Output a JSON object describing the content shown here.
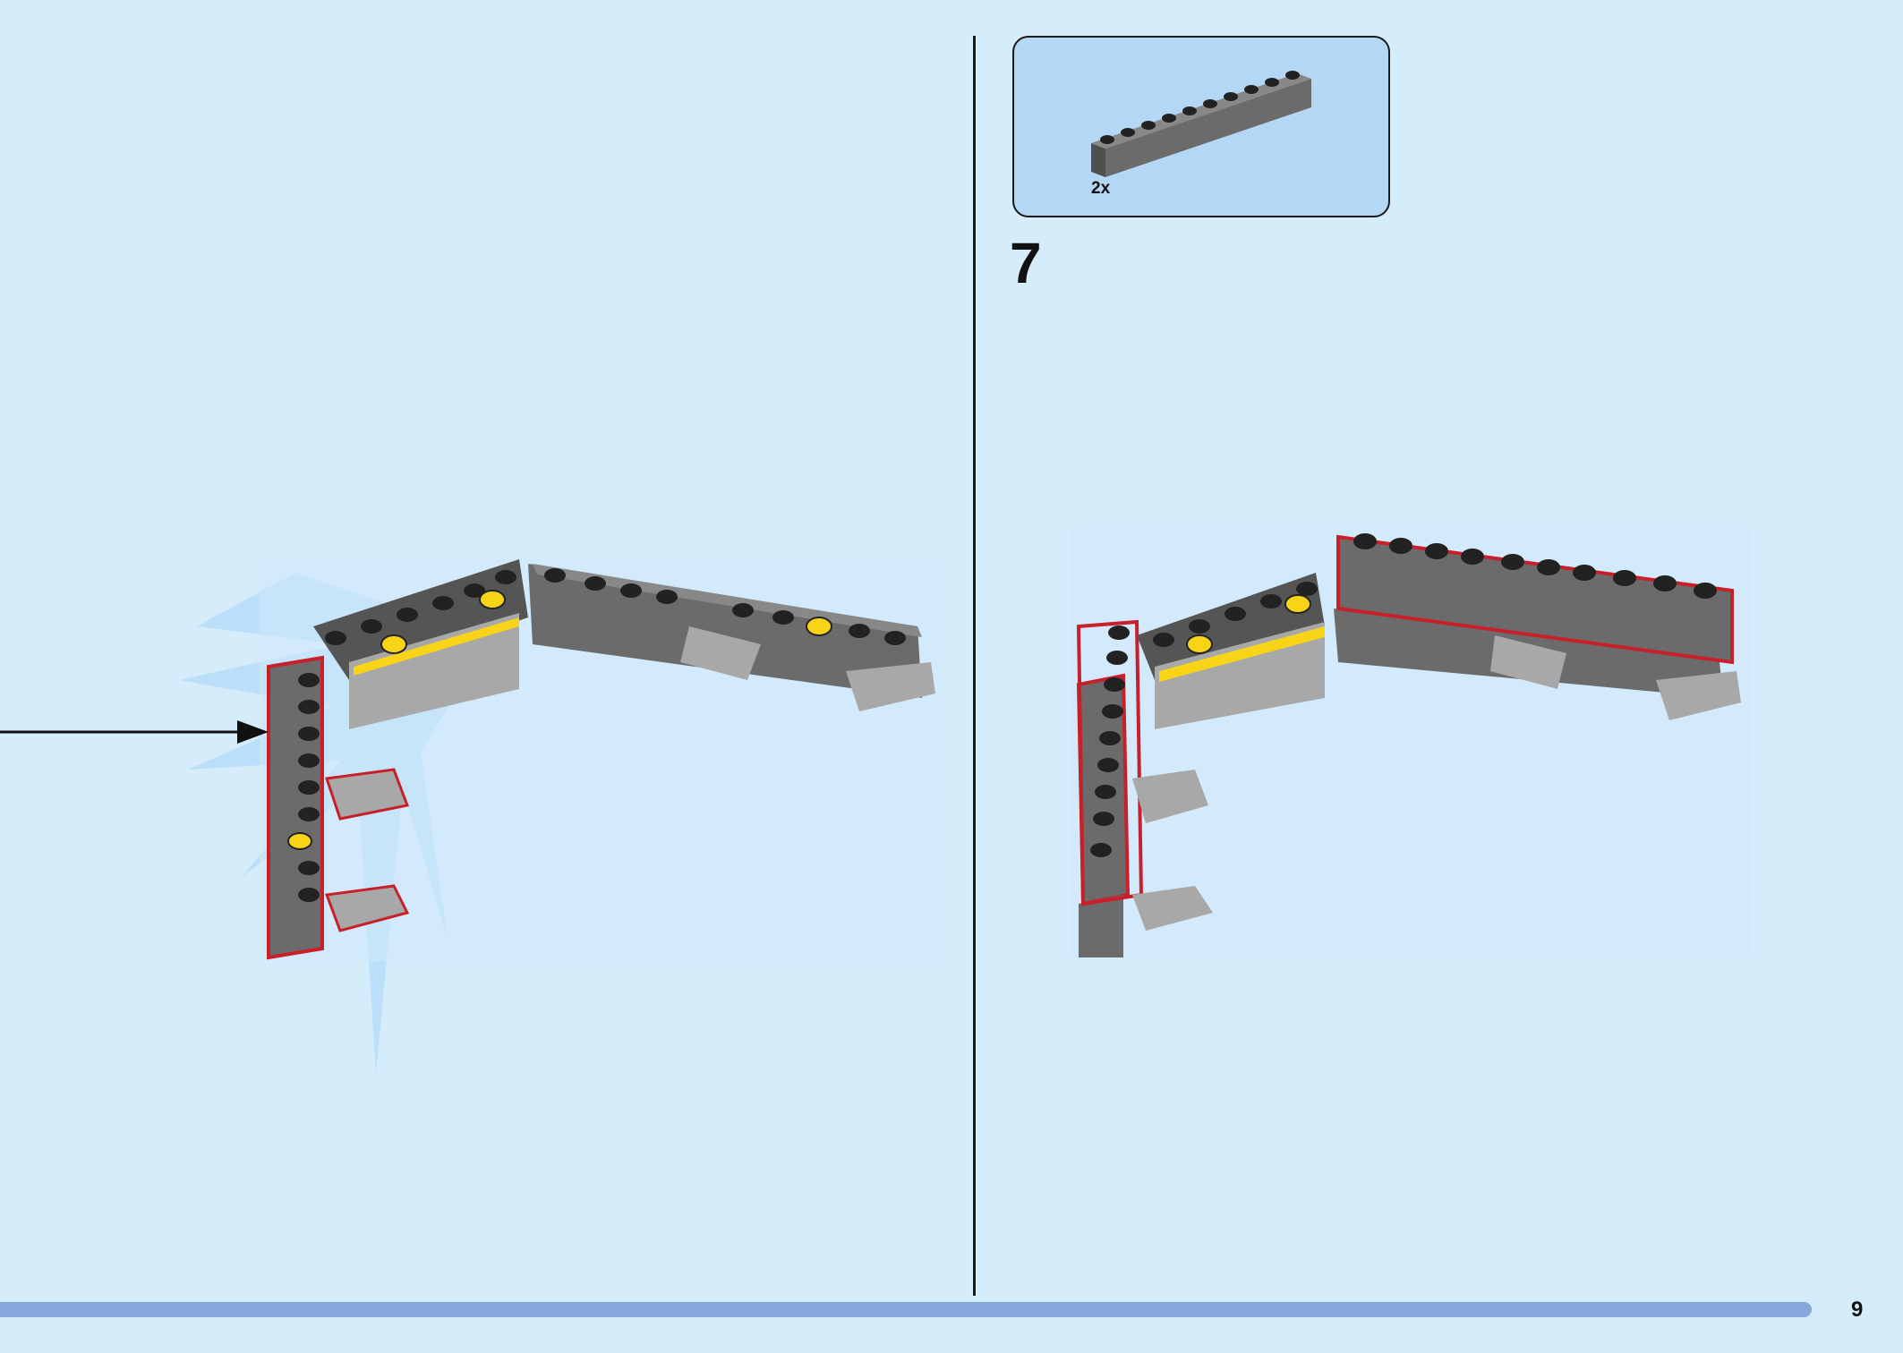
{
  "parts_callout": {
    "quantity": "2x",
    "part_icon": "lego-brick-1x10-dark-gray-icon"
  },
  "step": {
    "number": "7"
  },
  "footer": {
    "page_number": "9"
  },
  "colors": {
    "background": "#d5ecfb",
    "callout_bg": "#b3d7f4",
    "dark_gray": "#6b6b6b",
    "light_gray": "#a8a8a8",
    "black_stud": "#222222",
    "yellow": "#f7d417",
    "highlight_red": "#c8202a",
    "progress": "#86a7dc"
  }
}
